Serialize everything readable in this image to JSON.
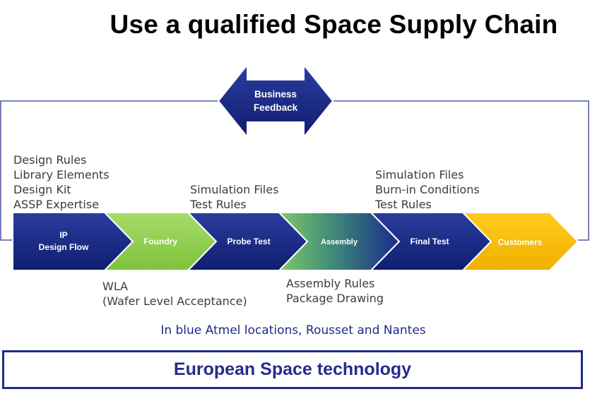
{
  "title": "Use a qualified Space Supply Chain",
  "feedback": {
    "line1": "Business",
    "line2": "Feedback"
  },
  "steps": [
    {
      "line1": "IP",
      "line2": "Design Flow",
      "fill": "#1a2a8a"
    },
    {
      "label": "Foundry",
      "fill": "#92d050"
    },
    {
      "label": "Probe Test",
      "fill": "#1a2a8a"
    },
    {
      "label": "Assembly",
      "fill": "gradient"
    },
    {
      "label": "Final Test",
      "fill": "#1a2a8a"
    },
    {
      "label": "Customers",
      "fill": "#ffc000"
    }
  ],
  "notes": {
    "design": "Design Rules\nLibrary Elements\nDesign Kit\nASSP Expertise",
    "probe": "Simulation Files\nTest Rules",
    "final": "Simulation Files\nBurn-in Conditions\nTest Rules",
    "wla": "WLA\n(Wafer Level Acceptance)",
    "assembly": "Assembly Rules\nPackage Drawing"
  },
  "footnote": "In blue Atmel locations, Rousset and Nantes",
  "banner": "European Space technology",
  "colors": {
    "navy": "#1a2a8a",
    "green": "#92d050",
    "yellow": "#ffc000",
    "outline": "#2f3a8f",
    "banner_text": "#2a2a8e"
  }
}
